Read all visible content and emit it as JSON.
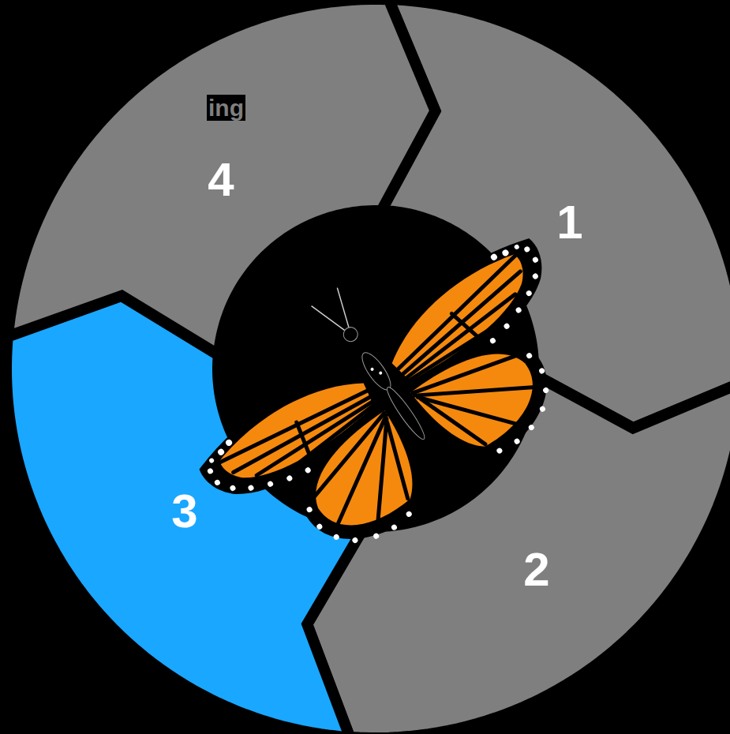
{
  "diagram": {
    "nodes": [
      {
        "text": [
          "1"
        ]
      },
      {
        "text": [
          "2"
        ]
      },
      {
        "text": [
          "3"
        ]
      },
      {
        "text": [
          "4"
        ]
      }
    ],
    "labels": [
      "ing"
    ]
  }
}
